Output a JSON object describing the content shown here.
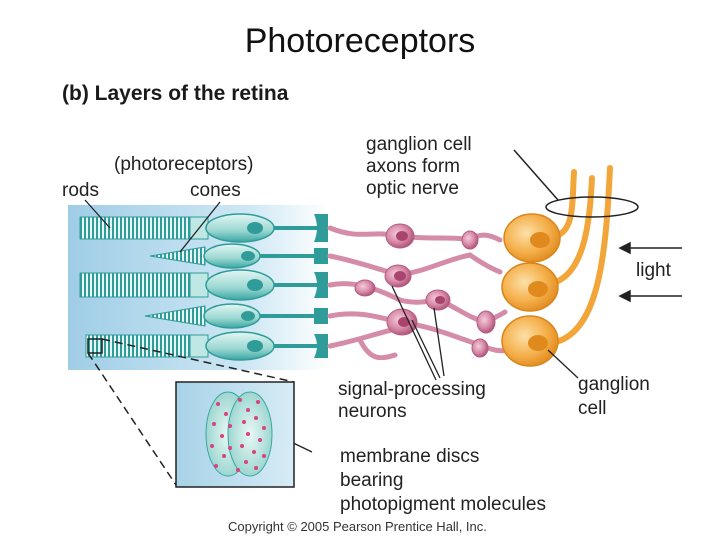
{
  "slide": {
    "title": "Photoreceptors"
  },
  "figure": {
    "subtitle": "(b) Layers of the retina",
    "labels": {
      "photoreceptors": "(photoreceptors)",
      "rods": "rods",
      "cones": "cones",
      "ganglion_axons_line1": "ganglion cell",
      "ganglion_axons_line2": "axons form",
      "ganglion_axons_line3": "optic nerve",
      "light": "light",
      "signal_line1": "signal-processing",
      "signal_line2": "neurons",
      "ganglion_cell_line1": "ganglion",
      "ganglion_cell_line2": "cell",
      "discs_line1": "membrane discs",
      "discs_line2": "bearing",
      "discs_line3": "photopigment molecules"
    },
    "copyright": "Copyright © 2005 Pearson Prentice Hall, Inc.",
    "colors": {
      "photoreceptor_teal": "#2f9c9a",
      "photoreceptor_light": "#c6ece8",
      "background_blue": "#a9d3ea",
      "neuron_pink": "#cf7f9e",
      "neuron_pink_light": "#e8b8c8",
      "ganglion_orange": "#f2a63a",
      "ganglion_orange_light": "#f8cf86"
    }
  }
}
